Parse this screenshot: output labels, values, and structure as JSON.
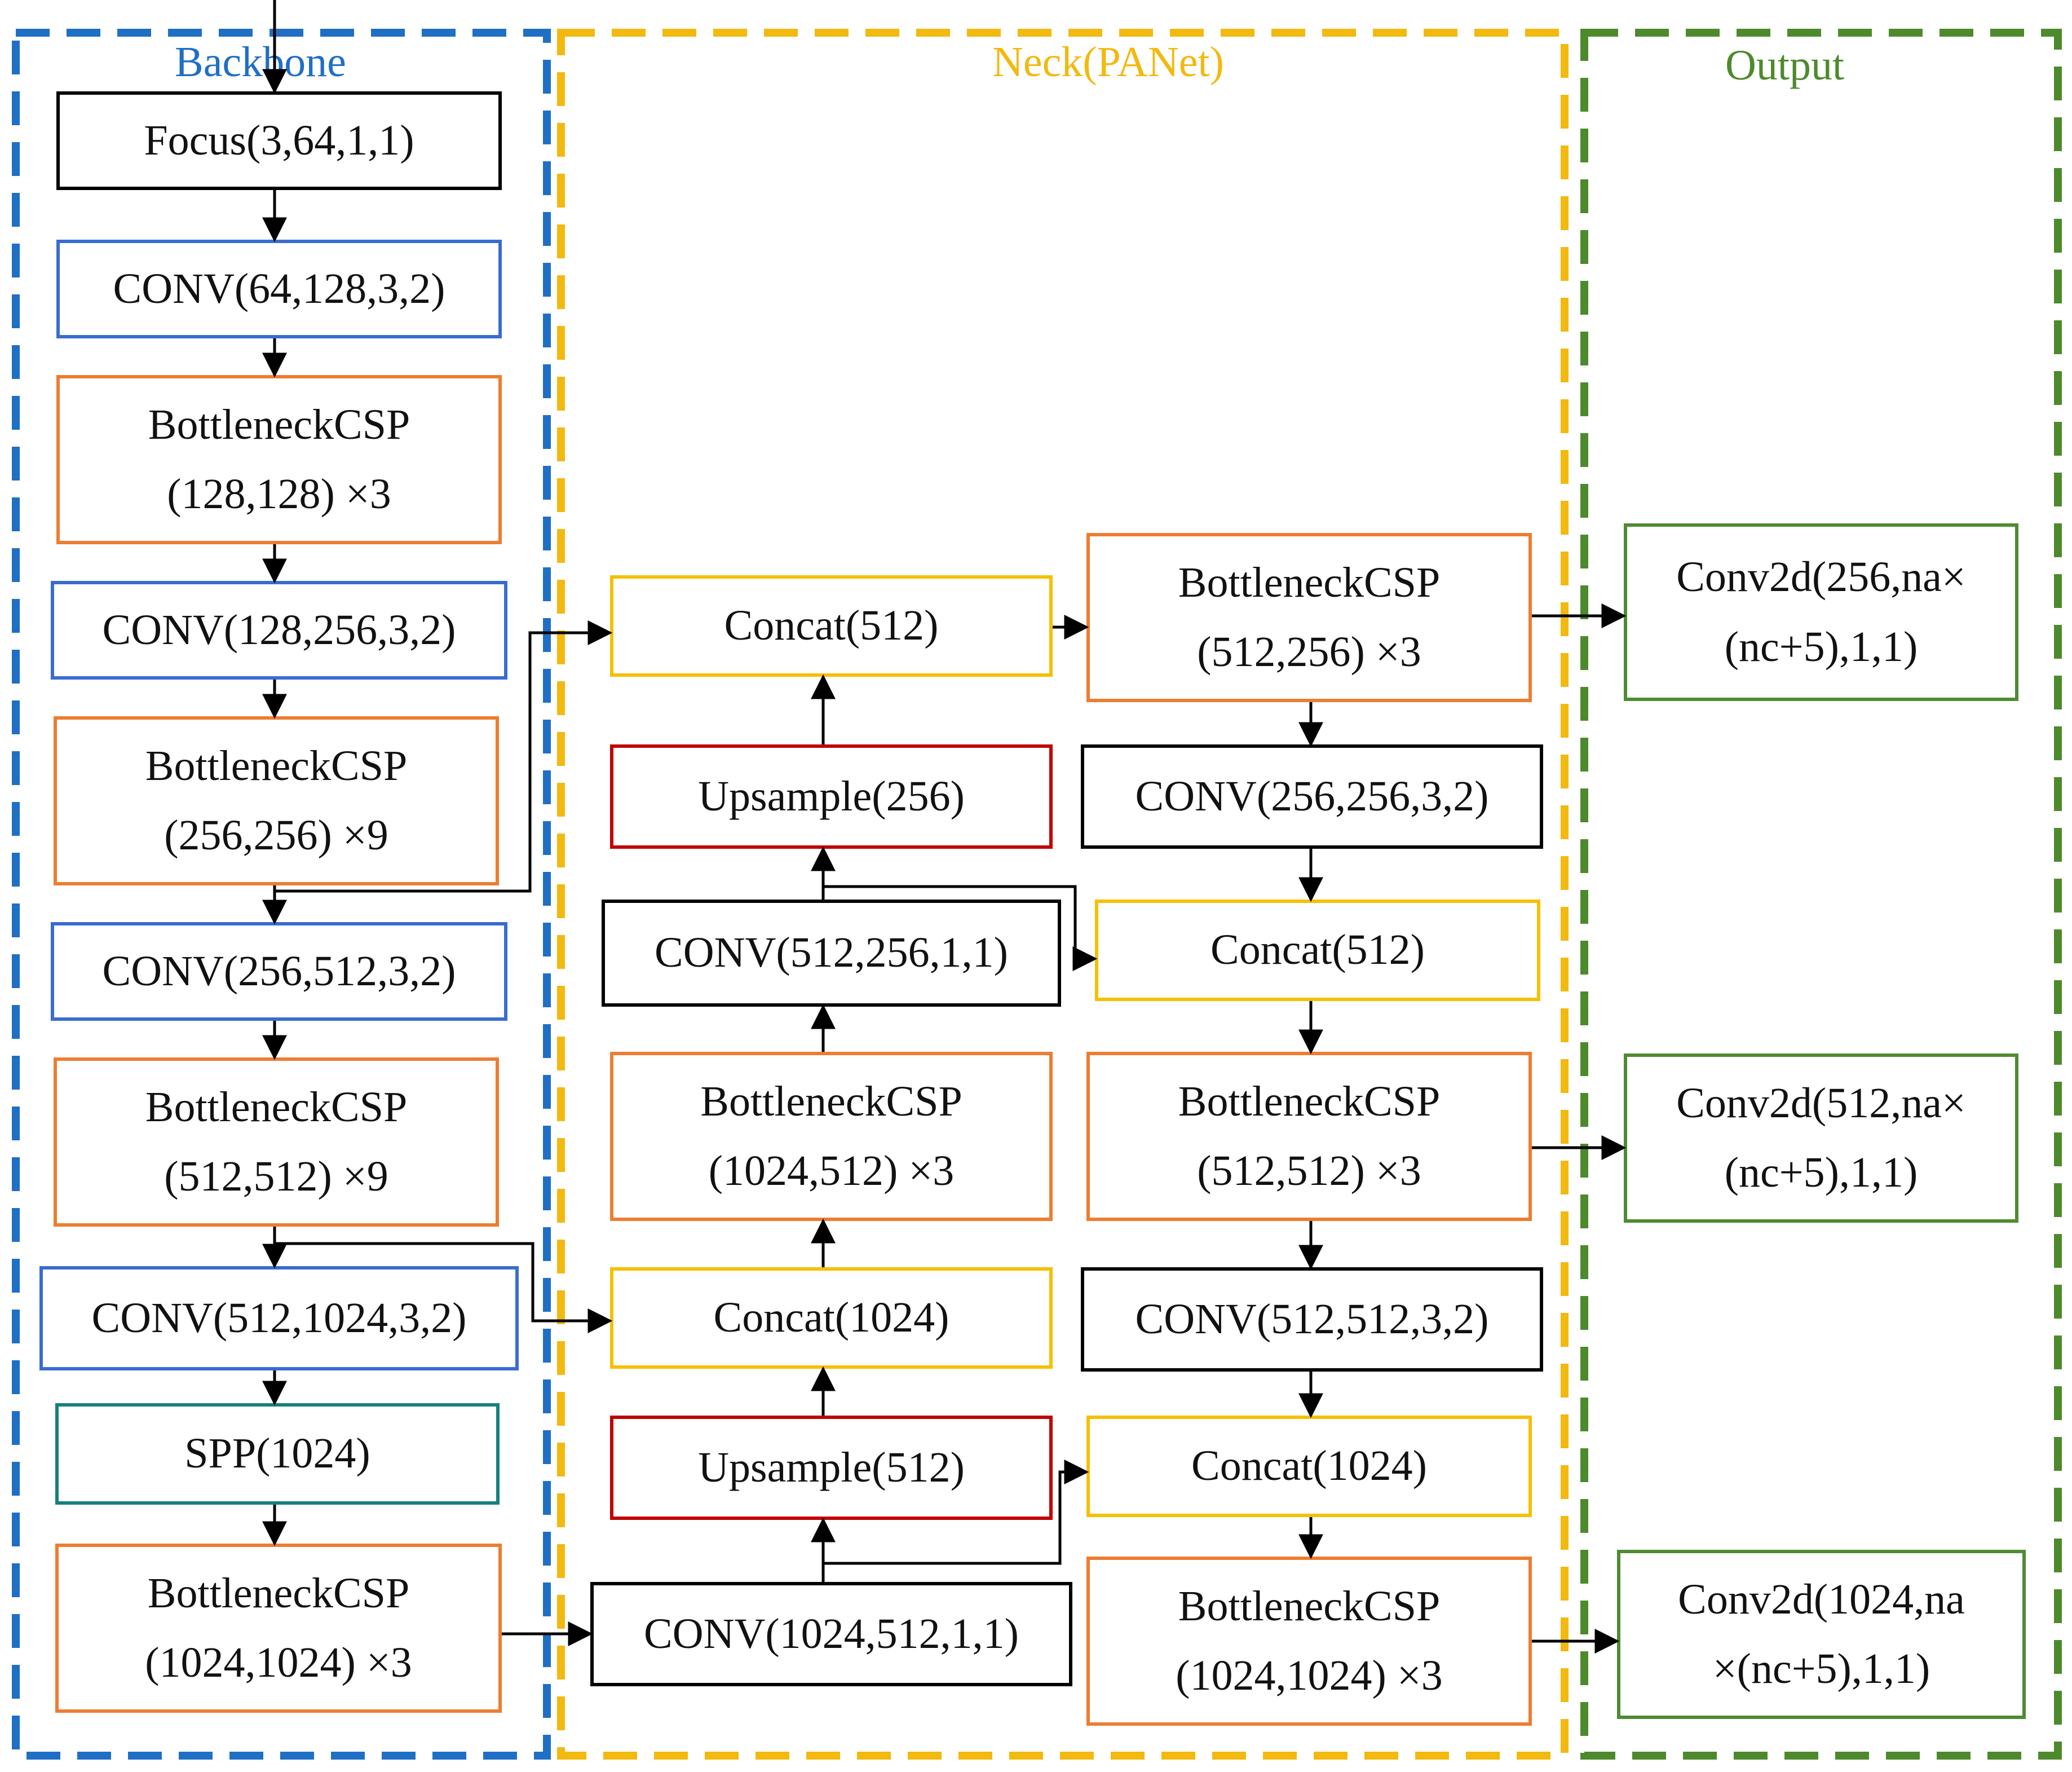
{
  "colors": {
    "backbone": "#1f6fc5",
    "neck": "#f2b90f",
    "output": "#4d8a2c",
    "conv_blue": "#3a6ccf",
    "csp_orange": "#ed7d31",
    "concat_yellow": "#f5c000",
    "upsample_red": "#c00000",
    "spp_teal": "#17807e",
    "black": "#000000",
    "output_green": "#4e8b32"
  },
  "groups": {
    "backbone": "Backbone",
    "neck": "Neck(PANet)",
    "output": "Output"
  },
  "blocks": [
    {
      "id": "focus",
      "lines": [
        "Focus(3,64,1,1)"
      ],
      "color": "black"
    },
    {
      "id": "b-conv1",
      "lines": [
        "CONV(64,128,3,2)"
      ],
      "color": "conv_blue"
    },
    {
      "id": "b-csp1",
      "lines": [
        "BottleneckCSP",
        "(128,128) ×3"
      ],
      "color": "csp_orange"
    },
    {
      "id": "b-conv2",
      "lines": [
        "CONV(128,256,3,2)"
      ],
      "color": "conv_blue"
    },
    {
      "id": "b-csp2",
      "lines": [
        "BottleneckCSP",
        "(256,256) ×9"
      ],
      "color": "csp_orange"
    },
    {
      "id": "b-conv3",
      "lines": [
        "CONV(256,512,3,2)"
      ],
      "color": "conv_blue"
    },
    {
      "id": "b-csp3",
      "lines": [
        "BottleneckCSP",
        "(512,512) ×9"
      ],
      "color": "csp_orange"
    },
    {
      "id": "b-conv4",
      "lines": [
        "CONV(512,1024,3,2)"
      ],
      "color": "conv_blue"
    },
    {
      "id": "b-spp",
      "lines": [
        "SPP(1024)"
      ],
      "color": "spp_teal"
    },
    {
      "id": "b-csp4",
      "lines": [
        "BottleneckCSP",
        "(1024,1024) ×3"
      ],
      "color": "csp_orange"
    },
    {
      "id": "n-concat1",
      "lines": [
        "Concat(512)"
      ],
      "color": "concat_yellow"
    },
    {
      "id": "n-ups1",
      "lines": [
        "Upsample(256)"
      ],
      "color": "upsample_red"
    },
    {
      "id": "n-conv1",
      "lines": [
        "CONV(512,256,1,1)"
      ],
      "color": "black"
    },
    {
      "id": "n-csp1",
      "lines": [
        "BottleneckCSP",
        "(1024,512) ×3"
      ],
      "color": "csp_orange"
    },
    {
      "id": "n-concat2",
      "lines": [
        "Concat(1024)"
      ],
      "color": "concat_yellow"
    },
    {
      "id": "n-ups2",
      "lines": [
        "Upsample(512)"
      ],
      "color": "upsample_red"
    },
    {
      "id": "n-conv2",
      "lines": [
        "CONV(1024,512,1,1)"
      ],
      "color": "black"
    },
    {
      "id": "n-csp2",
      "lines": [
        "BottleneckCSP",
        "(512,256) ×3"
      ],
      "color": "csp_orange"
    },
    {
      "id": "n-conv3",
      "lines": [
        "CONV(256,256,3,2)"
      ],
      "color": "black"
    },
    {
      "id": "n-concat3",
      "lines": [
        "Concat(512)"
      ],
      "color": "concat_yellow"
    },
    {
      "id": "n-csp3",
      "lines": [
        "BottleneckCSP",
        "(512,512) ×3"
      ],
      "color": "csp_orange"
    },
    {
      "id": "n-conv4",
      "lines": [
        "CONV(512,512,3,2)"
      ],
      "color": "black"
    },
    {
      "id": "n-concat4",
      "lines": [
        "Concat(1024)"
      ],
      "color": "concat_yellow"
    },
    {
      "id": "n-csp4",
      "lines": [
        "BottleneckCSP",
        "(1024,1024) ×3"
      ],
      "color": "csp_orange"
    },
    {
      "id": "o-conv1",
      "lines": [
        "Conv2d(256,na×",
        "(nc+5),1,1)"
      ],
      "color": "output_green"
    },
    {
      "id": "o-conv2",
      "lines": [
        "Conv2d(512,na×",
        "(nc+5),1,1)"
      ],
      "color": "output_green"
    },
    {
      "id": "o-conv3",
      "lines": [
        "Conv2d(1024,na",
        "×(nc+5),1,1)"
      ],
      "color": "output_green"
    }
  ]
}
